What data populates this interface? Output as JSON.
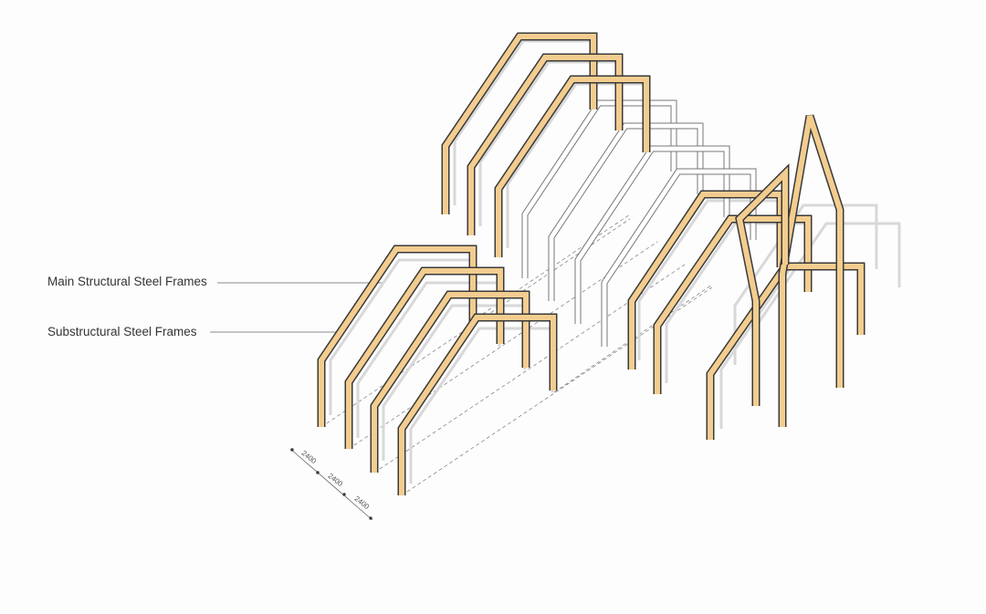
{
  "labels": {
    "main_frames": "Main Structural Steel Frames",
    "sub_frames": "Substructural Steel Frames"
  },
  "dimensions": [
    "2400",
    "2400",
    "2400"
  ],
  "colors": {
    "main_frame_fill": "#f3cd8f",
    "frame_outline": "#3a3a3a",
    "sub_frame": "#d8d8d8"
  }
}
